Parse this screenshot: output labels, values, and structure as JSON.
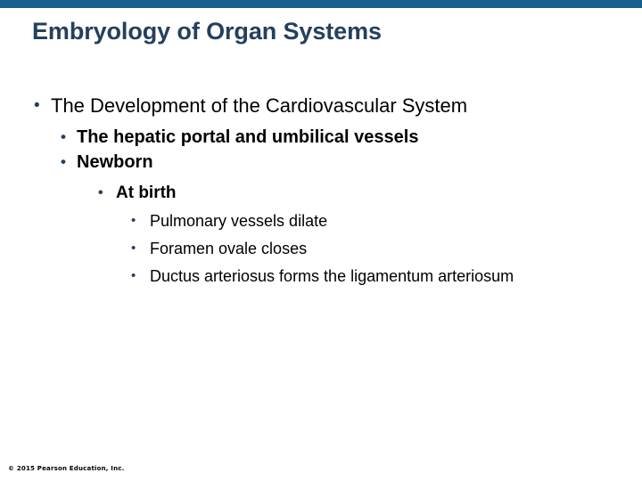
{
  "theme": {
    "accent_bar_color": "#15608f",
    "title_color": "#24405c",
    "bullet_color": "#24405c",
    "body_text_color": "#000000",
    "background_color": "#ffffff"
  },
  "slide": {
    "title": "Embryology of Organ Systems",
    "bullet_glyph": "•",
    "outline": [
      {
        "level": 1,
        "text": "The Development of the Cardiovascular System"
      },
      {
        "level": 2,
        "text": "The hepatic portal and umbilical vessels"
      },
      {
        "level": 2,
        "text": "Newborn"
      },
      {
        "level": 4,
        "text": "At birth"
      },
      {
        "level": 5,
        "text": "Pulmonary vessels dilate"
      },
      {
        "level": 5,
        "text": "Foramen ovale closes"
      },
      {
        "level": 5,
        "text": "Ductus arteriosus forms the ligamentum arteriosum"
      }
    ]
  },
  "footer": {
    "copyright": "© 2015 Pearson Education, Inc."
  }
}
